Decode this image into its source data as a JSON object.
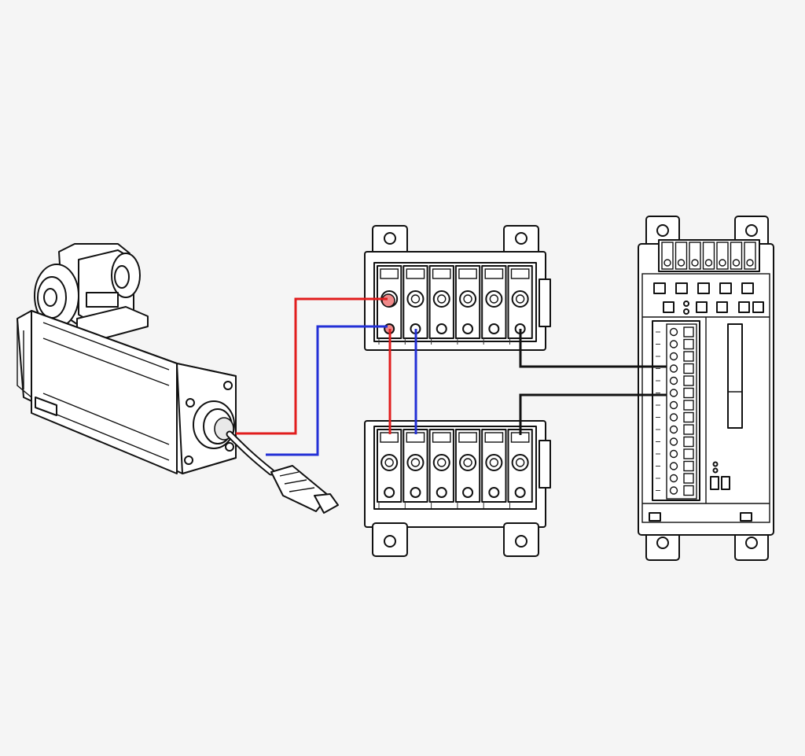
{
  "colors": {
    "background": "#f5f5f5",
    "outline": "#111111",
    "wire_red": "#e11d1d",
    "wire_blue": "#2330d6",
    "wire_black": "#111111",
    "terminal_highlight_red": "#f08a8a",
    "terminal_highlight_blue": "#2330d6"
  },
  "components": {
    "motor": {
      "icon": "servo-motor-icon"
    },
    "upper_terminal_block": {
      "icon": "terminal-block-icon",
      "terminal_count": 6
    },
    "lower_terminal_block": {
      "icon": "terminal-block-icon",
      "terminal_count": 6
    },
    "controller": {
      "icon": "plc-controller-icon"
    }
  },
  "wires": [
    {
      "color": "red",
      "from": "motor-cable",
      "to": "upper-block-terminal-1-top"
    },
    {
      "color": "blue",
      "from": "motor-cable",
      "to": "upper-block-terminal-1-bottom"
    },
    {
      "color": "red",
      "from": "upper-block-terminal-1-bottom",
      "to": "lower-block-terminal-1"
    },
    {
      "color": "blue",
      "from": "upper-block-terminal-2-bottom",
      "to": "lower-block-terminal-2"
    },
    {
      "color": "black",
      "from": "upper-block-terminal-6-bottom",
      "to": "controller-terminal"
    },
    {
      "color": "black",
      "from": "lower-block-terminal-6",
      "to": "controller-terminal"
    }
  ]
}
